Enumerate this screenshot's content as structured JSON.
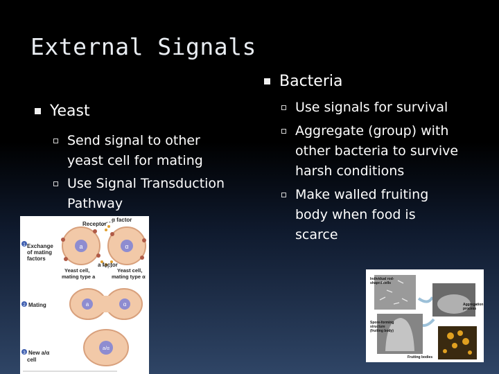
{
  "title": "External Signals",
  "left": {
    "heading": "Yeast",
    "items": [
      "Send signal to other yeast cell for mating",
      "Use Signal Transduction Pathway"
    ]
  },
  "right": {
    "heading": "Bacteria",
    "items": [
      "Use signals for survival",
      "Aggregate (group) with other bacteria to survive harsh conditions",
      "Make walled fruiting body when food is scarce"
    ]
  },
  "yeast_figure": {
    "receptor": "Receptor",
    "alpha_factor_top": "α factor",
    "a_factor": "a factor",
    "step1_num": "1",
    "step1": "Exchange of mating factors",
    "step2_num": "2",
    "step2": "Mating",
    "step3_num": "3",
    "step3": "New a/α cell",
    "yeast_a": "Yeast cell, mating type a",
    "yeast_alpha": "Yeast cell, mating type α",
    "cell_a": "a",
    "cell_alpha": "α",
    "cell_aalpha": "a/α"
  },
  "bacteria_figure": {
    "label1": "Individual rod-shaped cells",
    "label2": "Aggregation in process",
    "label3": "Spore-forming structure (fruiting body)",
    "label4": "Fruiting bodies"
  }
}
